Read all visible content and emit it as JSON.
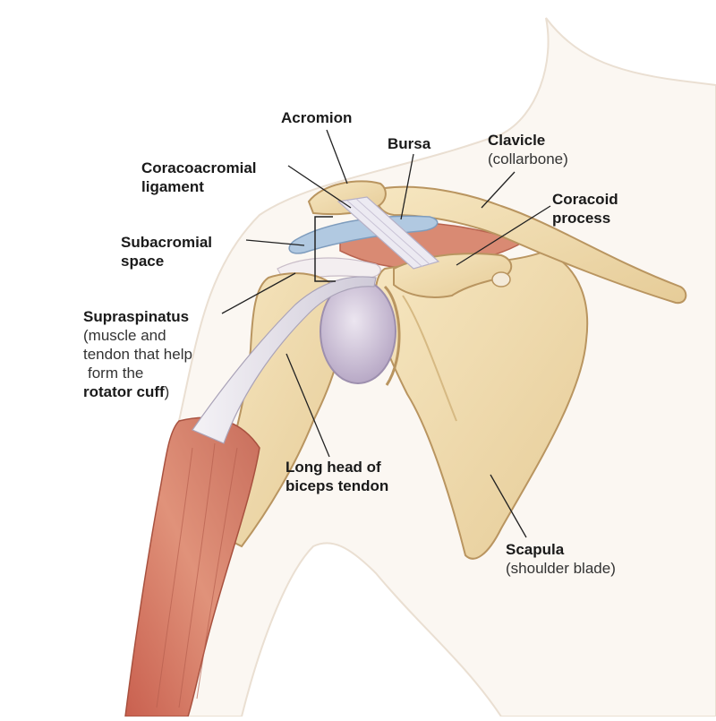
{
  "labels": {
    "acromion": "Acromion",
    "bursa": "Bursa",
    "clavicle": "Clavicle",
    "clavicle_sub": "(collarbone)",
    "coracoacromial_1": "Coracoacromial",
    "coracoacromial_2": "ligament",
    "coracoid_1": "Coracoid",
    "coracoid_2": "process",
    "subacromial_1": "Subacromial",
    "subacromial_2": "space",
    "supraspinatus": "Supraspinatus",
    "supra_note_1": "(muscle and",
    "supra_note_2": "tendon that help",
    "supra_note_3": "form the",
    "supra_note_4": "rotator cuff",
    "supra_note_5": ")",
    "biceps_1": "Long head of",
    "biceps_2": "biceps tendon",
    "scapula": "Scapula",
    "scapula_sub": "(shoulder blade)"
  },
  "colors": {
    "bone": "#f1ddb0",
    "bone_shade": "#d9bd86",
    "muscle": "#d9826a",
    "muscle_dark": "#b9574a",
    "tendon": "#e8e6ee",
    "bursa": "#a9c3dd",
    "cartilage": "#d4cadf",
    "skin_outline": "#e9dccd"
  }
}
